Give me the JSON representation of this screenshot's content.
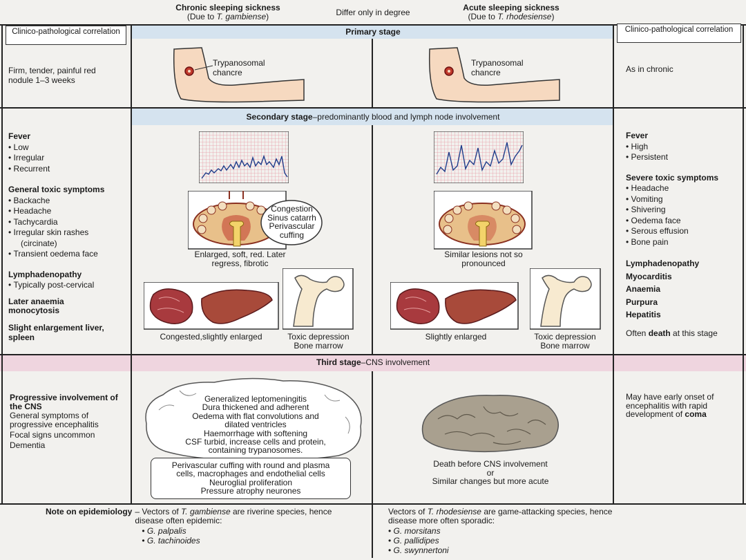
{
  "top": {
    "chronic_title": "Chronic sleeping sickness",
    "chronic_sub_pre": "(Due to ",
    "chronic_sub_species": "T. gambiense",
    "chronic_sub_post": ")",
    "middle": "Differ only in degree",
    "acute_title": "Acute sleeping sickness",
    "acute_sub_pre": "(Due to ",
    "acute_sub_species": "T. rhodesiense",
    "acute_sub_post": ")"
  },
  "correlation_header": "Clinico-pathological correlation",
  "primary": {
    "title": "Primary stage",
    "left_text": "Firm, tender, painful red nodule 1–3 weeks",
    "chancre_label": "Trypanosomal chancre",
    "right_text": "As in chronic"
  },
  "secondary": {
    "title_bold": "Secondary stage",
    "title_rest": "–predominantly blood and lymph node involvement",
    "left": {
      "fever_head": "Fever",
      "fever_items": [
        "Low",
        "Irregular",
        "Recurrent"
      ],
      "toxic_head": "General toxic symptoms",
      "toxic_items": [
        "Backache",
        "Headache",
        "Tachycardia",
        "Irregular skin rashes",
        "Transient oedema face"
      ],
      "rash_note": "(circinate)",
      "lymph_head": "Lymphadenopathy",
      "lymph_items": [
        "Typically post-cervical"
      ],
      "anaemia_head": "Later anaemia monocytosis",
      "liver_head": "Slight enlargement liver, spleen"
    },
    "chronic": {
      "node_bubble": [
        "Congestion",
        "Sinus catarrh",
        "Perivascular",
        "cuffing"
      ],
      "node_caption": "Enlarged, soft, red. Later regress, fibrotic",
      "organ_caption": "Congested,slightly enlarged",
      "bone_caption": "Toxic depression Bone marrow"
    },
    "acute": {
      "node_caption": "Similar lesions not so pronounced",
      "organ_caption": "Slightly enlarged",
      "bone_caption": "Toxic depression Bone marrow"
    },
    "right": {
      "fever_head": "Fever",
      "fever_items": [
        "High",
        "Persistent"
      ],
      "toxic_head": "Severe toxic symptoms",
      "toxic_items": [
        "Headache",
        "Vomiting",
        "Shivering",
        "Oedema face",
        "Serous effusion",
        "Bone pain"
      ],
      "extra_heads": [
        "Lymphadenopathy",
        "Myocarditis",
        "Anaemia",
        "Purpura",
        "Hepatitis"
      ],
      "often_pre": "Often ",
      "often_bold": "death",
      "often_post": " at this stage"
    }
  },
  "third": {
    "title_bold": "Third stage",
    "title_rest": "–CNS involvement",
    "left_head": "Progressive involvement of the CNS",
    "left_lines": [
      "General symptoms of progressive encephalitis",
      "Focal signs uncommon",
      "Dementia"
    ],
    "brain_lines": [
      "Generalized leptomeningitis",
      "Dura thickened and adherent",
      "Oedema with flat convolutions and",
      "dilated ventricles",
      "Haemorrhage with softening",
      "CSF turbid, increase cells and protein,",
      "containing trypanosomes."
    ],
    "box_lines": [
      "Perivascular cuffing with round and plasma",
      "cells, macrophages and endothelial cells",
      "Neuroglial proliferation",
      "Pressure atrophy neurones"
    ],
    "acute_lines": [
      "Death before CNS involvement",
      "or",
      "Similar changes but more acute"
    ],
    "right_pre": "May have early onset of encephalitis with rapid development of ",
    "right_bold": "coma"
  },
  "epidemiology": {
    "label": "Note on epidemiology",
    "chronic_pre": "– Vectors of ",
    "chronic_species": "T. gambiense",
    "chronic_post": " are riverine species, hence disease often epidemic:",
    "chronic_vectors": [
      "G. palpalis",
      "G. tachinoides"
    ],
    "acute_pre": "Vectors of ",
    "acute_species": "T. rhodesiense",
    "acute_post": " are game-attacking species, hence disease more often sporadic:",
    "acute_vectors": [
      "G. morsitans",
      "G. pallidipes",
      "G. swynnertoni"
    ]
  },
  "colors": {
    "blue_band": "#d5e3ef",
    "pink_band": "#efd5df",
    "liver": "#a83a3e",
    "node": "#e8c08a",
    "fever_grid": "#e79aa5"
  },
  "icons": [
    "arm-chancre-icon",
    "fever-chart-icon",
    "lymph-node-icon",
    "spleen-icon",
    "liver-icon",
    "femur-bone-icon",
    "brain-icon"
  ]
}
